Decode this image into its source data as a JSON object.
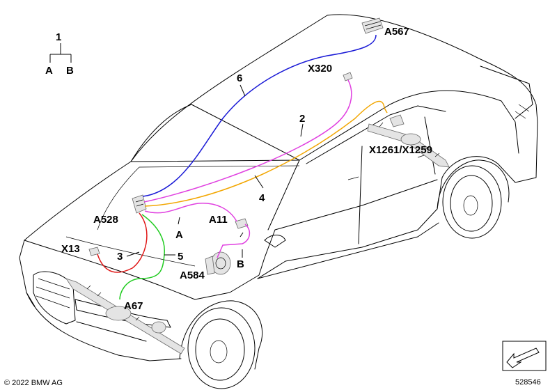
{
  "legend": {
    "top": "1",
    "left": "A",
    "right": "B"
  },
  "labels": {
    "a567": "A567",
    "x320": "X320",
    "n6": "6",
    "n2": "2",
    "x1261": "X1261/X1259",
    "n4": "4",
    "a528": "A528",
    "a11": "A11",
    "na": "A",
    "x13": "X13",
    "n3": "3",
    "n5": "5",
    "a584": "A584",
    "nb": "B",
    "a67": "A67"
  },
  "wire_colors": {
    "wire6": "#1a1ad6",
    "wire2": "#e040e0",
    "wire4": "#f2a600",
    "wire3": "#e01818",
    "wire5": "#22cc22",
    "wireA": "#e040e0"
  },
  "footer": {
    "copyright": "© 2022 BMW AG",
    "diagram_number": "528546"
  }
}
